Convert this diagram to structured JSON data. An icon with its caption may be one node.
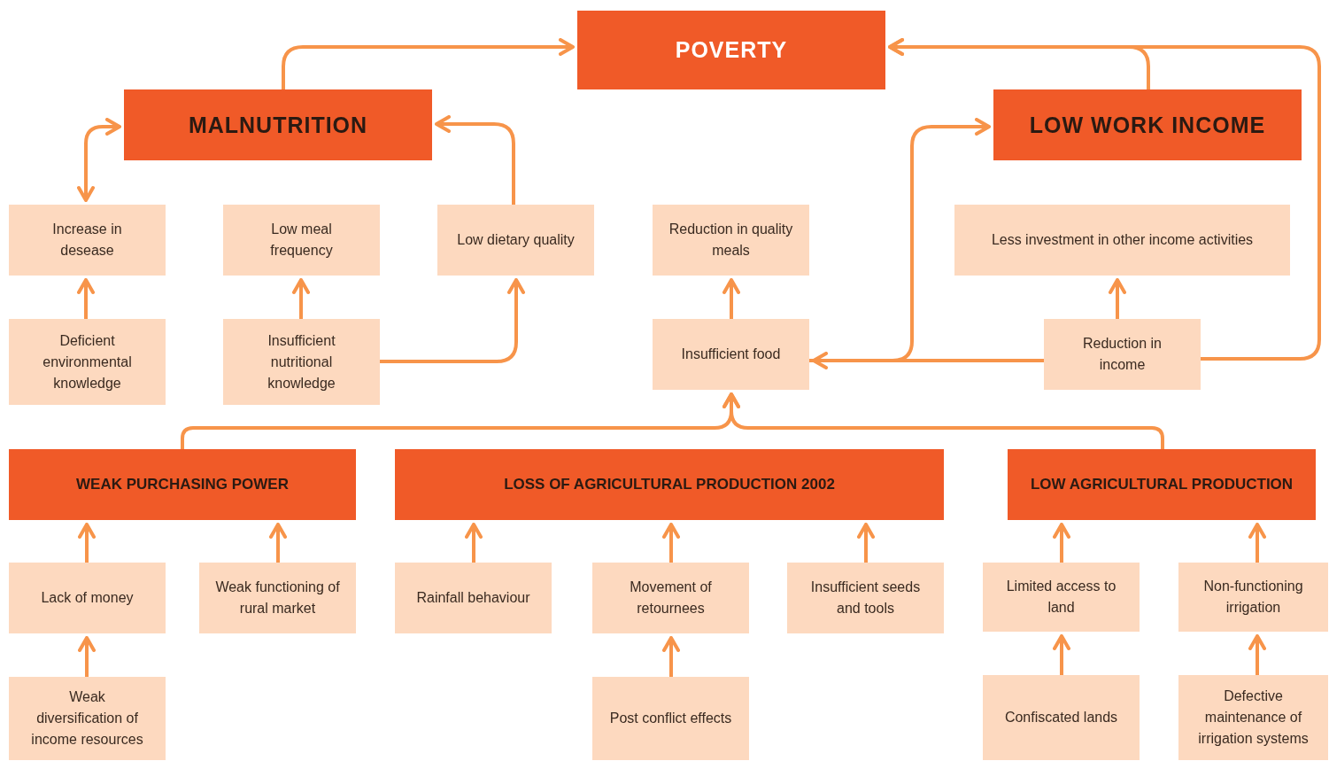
{
  "diagram": {
    "nodes": [
      {
        "text": [
          "POVERTY"
        ]
      },
      {
        "text": [
          "MALNUTRITION"
        ]
      },
      {
        "text": [
          "LOW WORK INCOME"
        ]
      },
      {
        "text": [
          "Increase in desease"
        ]
      },
      {
        "text": [
          "Low meal frequency"
        ]
      },
      {
        "text": [
          "Low dietary quality"
        ]
      },
      {
        "text": [
          "Reduction in quality meals"
        ]
      },
      {
        "text": [
          "Less investment in other income activities"
        ]
      },
      {
        "text": [
          "Deficient environmental knowledge"
        ]
      },
      {
        "text": [
          "Insufficient nutritional knowledge"
        ]
      },
      {
        "text": [
          "Insufficient food"
        ]
      },
      {
        "text": [
          "Reduction in income"
        ]
      },
      {
        "text": [
          "WEAK PURCHASING POWER"
        ]
      },
      {
        "text": [
          "LOSS OF AGRICULTURAL PRODUCTION 2002"
        ]
      },
      {
        "text": [
          "LOW AGRICULTURAL PRODUCTION"
        ]
      },
      {
        "text": [
          "Lack of money"
        ]
      },
      {
        "text": [
          "Weak functioning of rural market"
        ]
      },
      {
        "text": [
          "Rainfall behaviour"
        ]
      },
      {
        "text": [
          "Movement of retournees"
        ]
      },
      {
        "text": [
          "Insufficient seeds and tools"
        ]
      },
      {
        "text": [
          "Limited access to land"
        ]
      },
      {
        "text": [
          "Non-functioning irrigation"
        ]
      },
      {
        "text": [
          "Weak diversification of income resources"
        ]
      },
      {
        "text": [
          "Post conflict effects"
        ]
      },
      {
        "text": [
          "Confiscated lands"
        ]
      },
      {
        "text": [
          "Defective maintenance of irrigation systems"
        ]
      }
    ],
    "edges": [
      {
        "from": 1,
        "to": 0,
        "arrow": "to"
      },
      {
        "from": 2,
        "to": 0,
        "arrow": "to"
      },
      {
        "from": 11,
        "to": 0,
        "arrow": "to"
      },
      {
        "from": 1,
        "to": 3,
        "arrow": "both"
      },
      {
        "from": 5,
        "to": 1,
        "arrow": "to"
      },
      {
        "from": 8,
        "to": 3,
        "arrow": "to"
      },
      {
        "from": 9,
        "to": 4,
        "arrow": "to"
      },
      {
        "from": 9,
        "to": 5,
        "arrow": "to"
      },
      {
        "from": 10,
        "to": 6,
        "arrow": "to"
      },
      {
        "from": 11,
        "to": 7,
        "arrow": "to"
      },
      {
        "from": 11,
        "to": 10,
        "arrow": "to"
      },
      {
        "from": 10,
        "to": 2,
        "arrow": "to"
      },
      {
        "from": 12,
        "to": 10,
        "arrow": "to"
      },
      {
        "from": 14,
        "to": 10,
        "arrow": "to"
      },
      {
        "from": 15,
        "to": 12,
        "arrow": "to"
      },
      {
        "from": 16,
        "to": 12,
        "arrow": "to"
      },
      {
        "from": 17,
        "to": 13,
        "arrow": "to"
      },
      {
        "from": 18,
        "to": 13,
        "arrow": "to"
      },
      {
        "from": 19,
        "to": 13,
        "arrow": "to"
      },
      {
        "from": 20,
        "to": 14,
        "arrow": "to"
      },
      {
        "from": 21,
        "to": 14,
        "arrow": "to"
      },
      {
        "from": 22,
        "to": 15,
        "arrow": "to"
      },
      {
        "from": 23,
        "to": 18,
        "arrow": "to"
      },
      {
        "from": 24,
        "to": 20,
        "arrow": "to"
      },
      {
        "from": 25,
        "to": 21,
        "arrow": "to"
      }
    ]
  }
}
